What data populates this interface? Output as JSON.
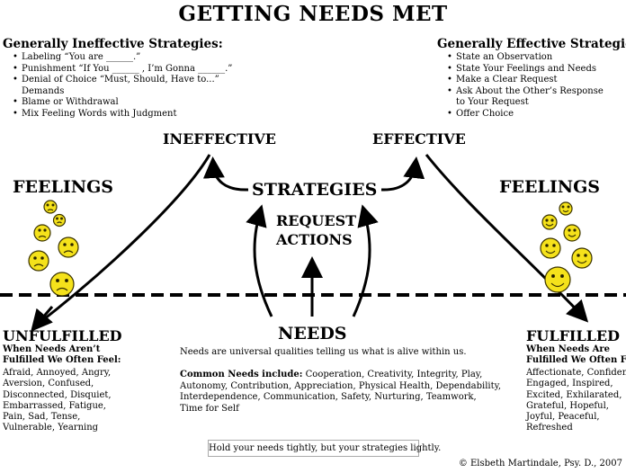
{
  "title": "GETTING NEEDS MET",
  "ineffective_strategies": {
    "heading": "Generally Ineffective Strategies:",
    "items": [
      "Labeling “You are ______.”",
      "Punishment “If You ______ , I’m Gonna ______.”",
      "Denial of Choice “Must, Should, Have to...”",
      "Blame or Withdrawal",
      "Mix Feeling Words with Judgment"
    ],
    "item_continuation": "Demands"
  },
  "effective_strategies": {
    "heading": "Generally Effective Strategies:",
    "items": [
      "State an Observation",
      "State Your Feelings and Needs",
      "Make a Clear Request",
      "Ask About the Other’s Response",
      "Offer Choice"
    ],
    "item_continuation": "to Your Request"
  },
  "diagram": {
    "ineffective_label": "INEFFECTIVE",
    "effective_label": "EFFECTIVE",
    "strategies_label": "STRATEGIES",
    "request_label": "REQUEST",
    "actions_label": "ACTIONS",
    "feelings_left": "FEELINGS",
    "feelings_right": "FEELINGS",
    "needs_label": "NEEDS"
  },
  "unfulfilled": {
    "heading": "UNFULFILLED",
    "sub1": "When Needs Aren’t",
    "sub2": "Fulfilled We Often Feel:",
    "lines": [
      "Afraid, Annoyed, Angry,",
      "Aversion, Confused,",
      "Disconnected, Disquiet,",
      "Embarrassed, Fatigue,",
      "Pain, Sad, Tense,",
      "Vulnerable, Yearning"
    ]
  },
  "fulfilled": {
    "heading": "FULFILLED",
    "sub1": "When Needs Are",
    "sub2": "Fulfilled We Often Feel:",
    "lines": [
      "Affectionate, Confident,",
      "Engaged, Inspired,",
      "Excited, Exhilarated,",
      "Grateful, Hopeful,",
      "Joyful, Peaceful,",
      "Refreshed"
    ]
  },
  "needs": {
    "description": "Needs are universal qualities telling us what is alive within us.",
    "common_label": "Common Needs include:",
    "common_lines": [
      " Cooperation, Creativity, Integrity, Play,",
      "Autonomy, Contribution, Appreciation, Physical Health, Dependability,",
      "Interdependence, Communication, Safety, Nurturing, Teamwork,",
      "Time for Self"
    ]
  },
  "banner": "Hold your needs tightly, but your strategies lightly.",
  "copyright": "© Elsbeth Martindale, Psy. D., 2007",
  "colors": {
    "face_fill": "#f5e21b",
    "face_stroke": "#3a3300",
    "ink": "#000000"
  },
  "icons": {
    "sad_faces": "sad-face-icon",
    "happy_faces": "happy-face-icon"
  }
}
